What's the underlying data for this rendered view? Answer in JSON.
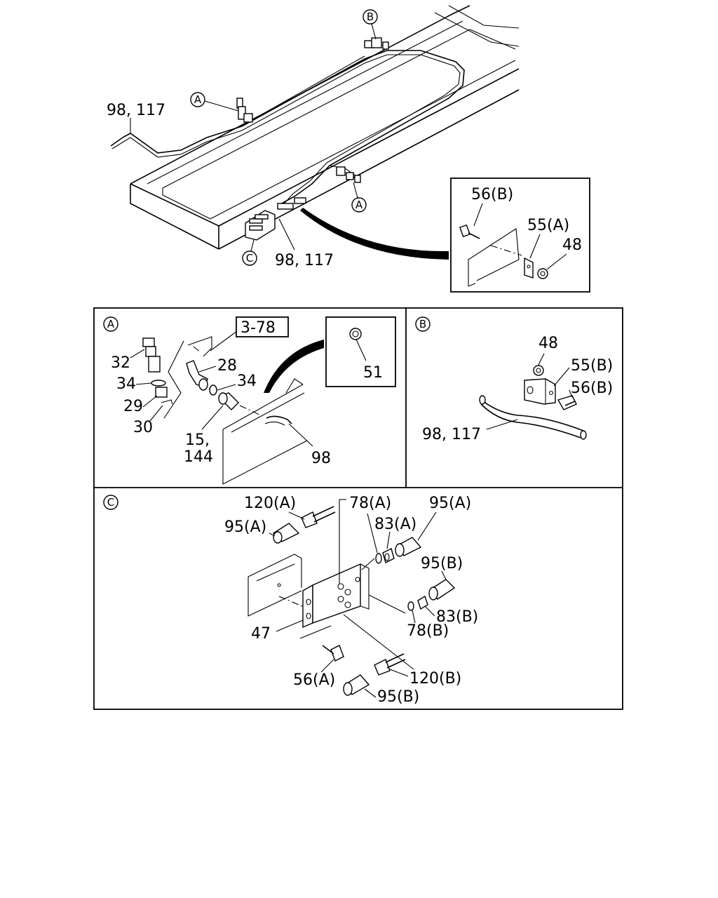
{
  "markers": {
    "a": "A",
    "b": "B",
    "c": "C"
  },
  "top_view": {
    "label_hose_upper": "98, 117",
    "label_hose_lower": "98, 117"
  },
  "inset_top": {
    "label_bolt": "56(B)",
    "label_bracket": "55(A)",
    "label_nut": "48"
  },
  "detail_a": {
    "ref_box": "3-78",
    "label_32": "32",
    "label_34_left": "34",
    "label_29": "29",
    "label_30": "30",
    "label_28": "28",
    "label_34_right": "34",
    "label_15": "15,",
    "label_144": "144",
    "label_98": "98",
    "label_51": "51"
  },
  "detail_b": {
    "label_nut": "48",
    "label_bracket": "55(B)",
    "label_bolt": "56(B)",
    "label_hose": "98, 117"
  },
  "detail_c": {
    "label_120a": "120(A)",
    "label_95a_left": "95(A)",
    "label_78a": "78(A)",
    "label_83a": "83(A)",
    "label_95a_right": "95(A)",
    "label_95b_right": "95(B)",
    "label_83b": "83(B)",
    "label_78b": "78(B)",
    "label_47": "47",
    "label_56a": "56(A)",
    "label_120b": "120(B)",
    "label_95b_bottom": "95(B)"
  }
}
